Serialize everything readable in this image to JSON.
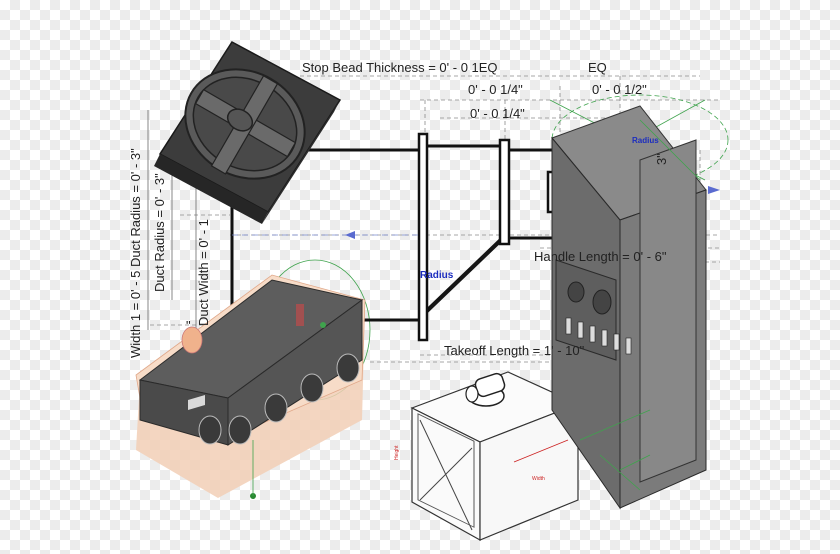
{
  "annotations": {
    "stop_bead": "Stop Bead Thickness = 0' - 0 1EQ",
    "eq": "EQ",
    "quarter_a": "0' - 0 1/4\"",
    "half": "0' - 0 1/2\"",
    "quarter_b": "0' - 0 1/4\"",
    "radius_top": "Radius",
    "radius_mid": "Radius",
    "right_3": "3\"",
    "handle_length": "Handle Length = 0' - 6\"",
    "takeoff_length": "Takeoff Length = 1' - 10\"",
    "width_1": "Width 1 = 0' - 5 Duct Radius = 0' - 3\"",
    "duct_radius": "Duct Radius = 0' - 3\"",
    "duct_width": "Duct Width = 0' - 1",
    "quote_mark": "\"",
    "unit_height": "Height",
    "unit_width": "Width"
  },
  "colors": {
    "dimension_text": "#222222",
    "radius_text": "#1c2dbf",
    "guide_green": "#3fa34d",
    "cabinet_gray": "#6f6f6f",
    "box_tint": "#f2cfb6"
  },
  "icons": {
    "fan_grille": "exhaust-fan-icon",
    "damper": "damper-handle-icon"
  }
}
